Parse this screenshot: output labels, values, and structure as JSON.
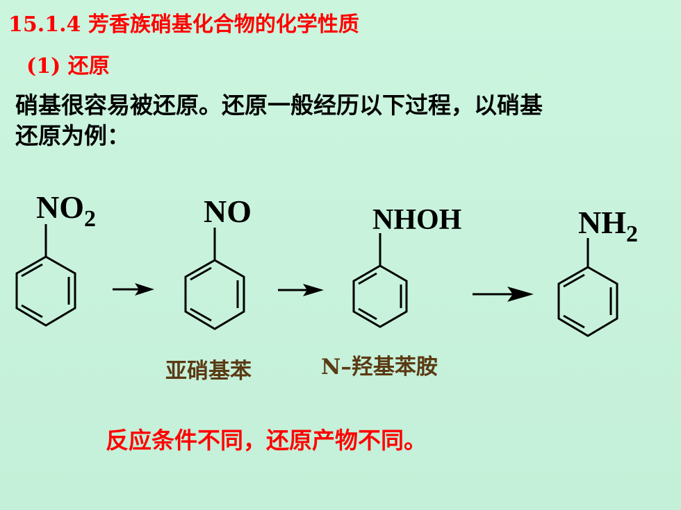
{
  "title": "15.1.4 芳香族硝基化合物的化学性质",
  "subtitle": "(1) 还原",
  "paragraph": {
    "line1": "硝基很容易被还原。还原一般经历以下过程，以硝基",
    "line2": "还原为例："
  },
  "scheme": {
    "compounds": [
      {
        "group": "NO",
        "subscript": "2"
      },
      {
        "group": "NO",
        "subscript": ""
      },
      {
        "group": "NHOH",
        "subscript": ""
      },
      {
        "group": "NH",
        "subscript": "2"
      }
    ],
    "labels": {
      "nitroso": "亚硝基苯",
      "hydroxylamine": "N–羟基苯胺"
    }
  },
  "note": "反应条件不同，还原产物不同。"
}
